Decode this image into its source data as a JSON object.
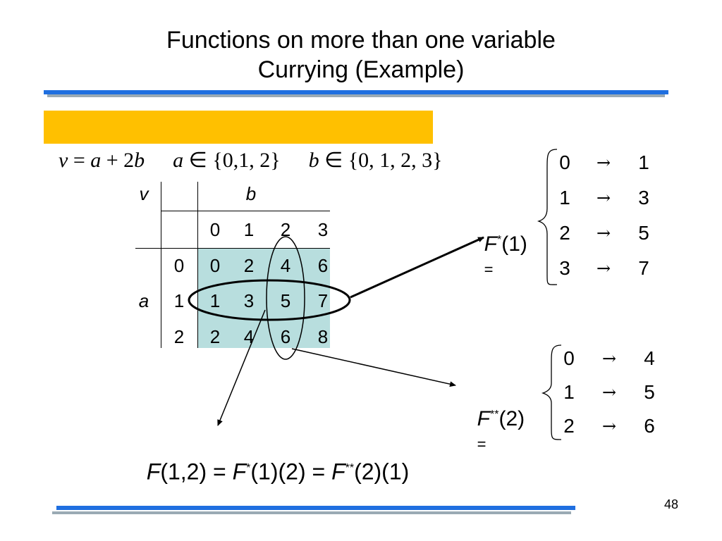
{
  "slide": {
    "title_line1": "Functions on more than one variable",
    "title_line2": "Currying (Example)",
    "page_number": "48"
  },
  "formula": {
    "v": "v",
    "eq": " = ",
    "a": "a",
    "plus": " + 2",
    "b": "b",
    "a_domain_var": "a",
    "in1": " ∈ ",
    "a_set": "{0,1, 2}",
    "b_domain_var": "b",
    "in2": " ∈ ",
    "b_set": "{0, 1, 2, 3}"
  },
  "table": {
    "corner_label": "v",
    "col_var": "b",
    "row_var": "a",
    "col_headers": [
      "0",
      "1",
      "2",
      "3"
    ],
    "row_headers": [
      "0",
      "1",
      "2"
    ],
    "rows": [
      [
        "0",
        "2",
        "4",
        "6"
      ],
      [
        "1",
        "3",
        "5",
        "7"
      ],
      [
        "2",
        "4",
        "6",
        "8"
      ]
    ]
  },
  "fstar": {
    "label": "F",
    "sup": "*",
    "arg": "(1)",
    "eq": "=",
    "mappings": [
      {
        "from": "0",
        "arrow": "→",
        "to": "1"
      },
      {
        "from": "1",
        "arrow": "→",
        "to": "3"
      },
      {
        "from": "2",
        "arrow": "→",
        "to": "5"
      },
      {
        "from": "3",
        "arrow": "→",
        "to": "7"
      }
    ]
  },
  "fstarstar": {
    "label": "F",
    "sup": "**",
    "arg": "(2)",
    "eq": "=",
    "mappings": [
      {
        "from": "0",
        "arrow": "→",
        "to": "4"
      },
      {
        "from": "1",
        "arrow": "→",
        "to": "5"
      },
      {
        "from": "2",
        "arrow": "→",
        "to": "6"
      }
    ]
  },
  "bottom_equation": {
    "f1": "F",
    "args1": "(1,2)",
    "eq1": " = ",
    "f2": "F",
    "sup2": "*",
    "args2": "(1)(2)",
    "eq2": " = ",
    "f3": "F",
    "sup3": "**",
    "args3": "(2)(1)"
  },
  "colors": {
    "accent_bar": "#1f6fe0",
    "formula_bg": "#ffc000",
    "table_fill": "#b8dede"
  }
}
